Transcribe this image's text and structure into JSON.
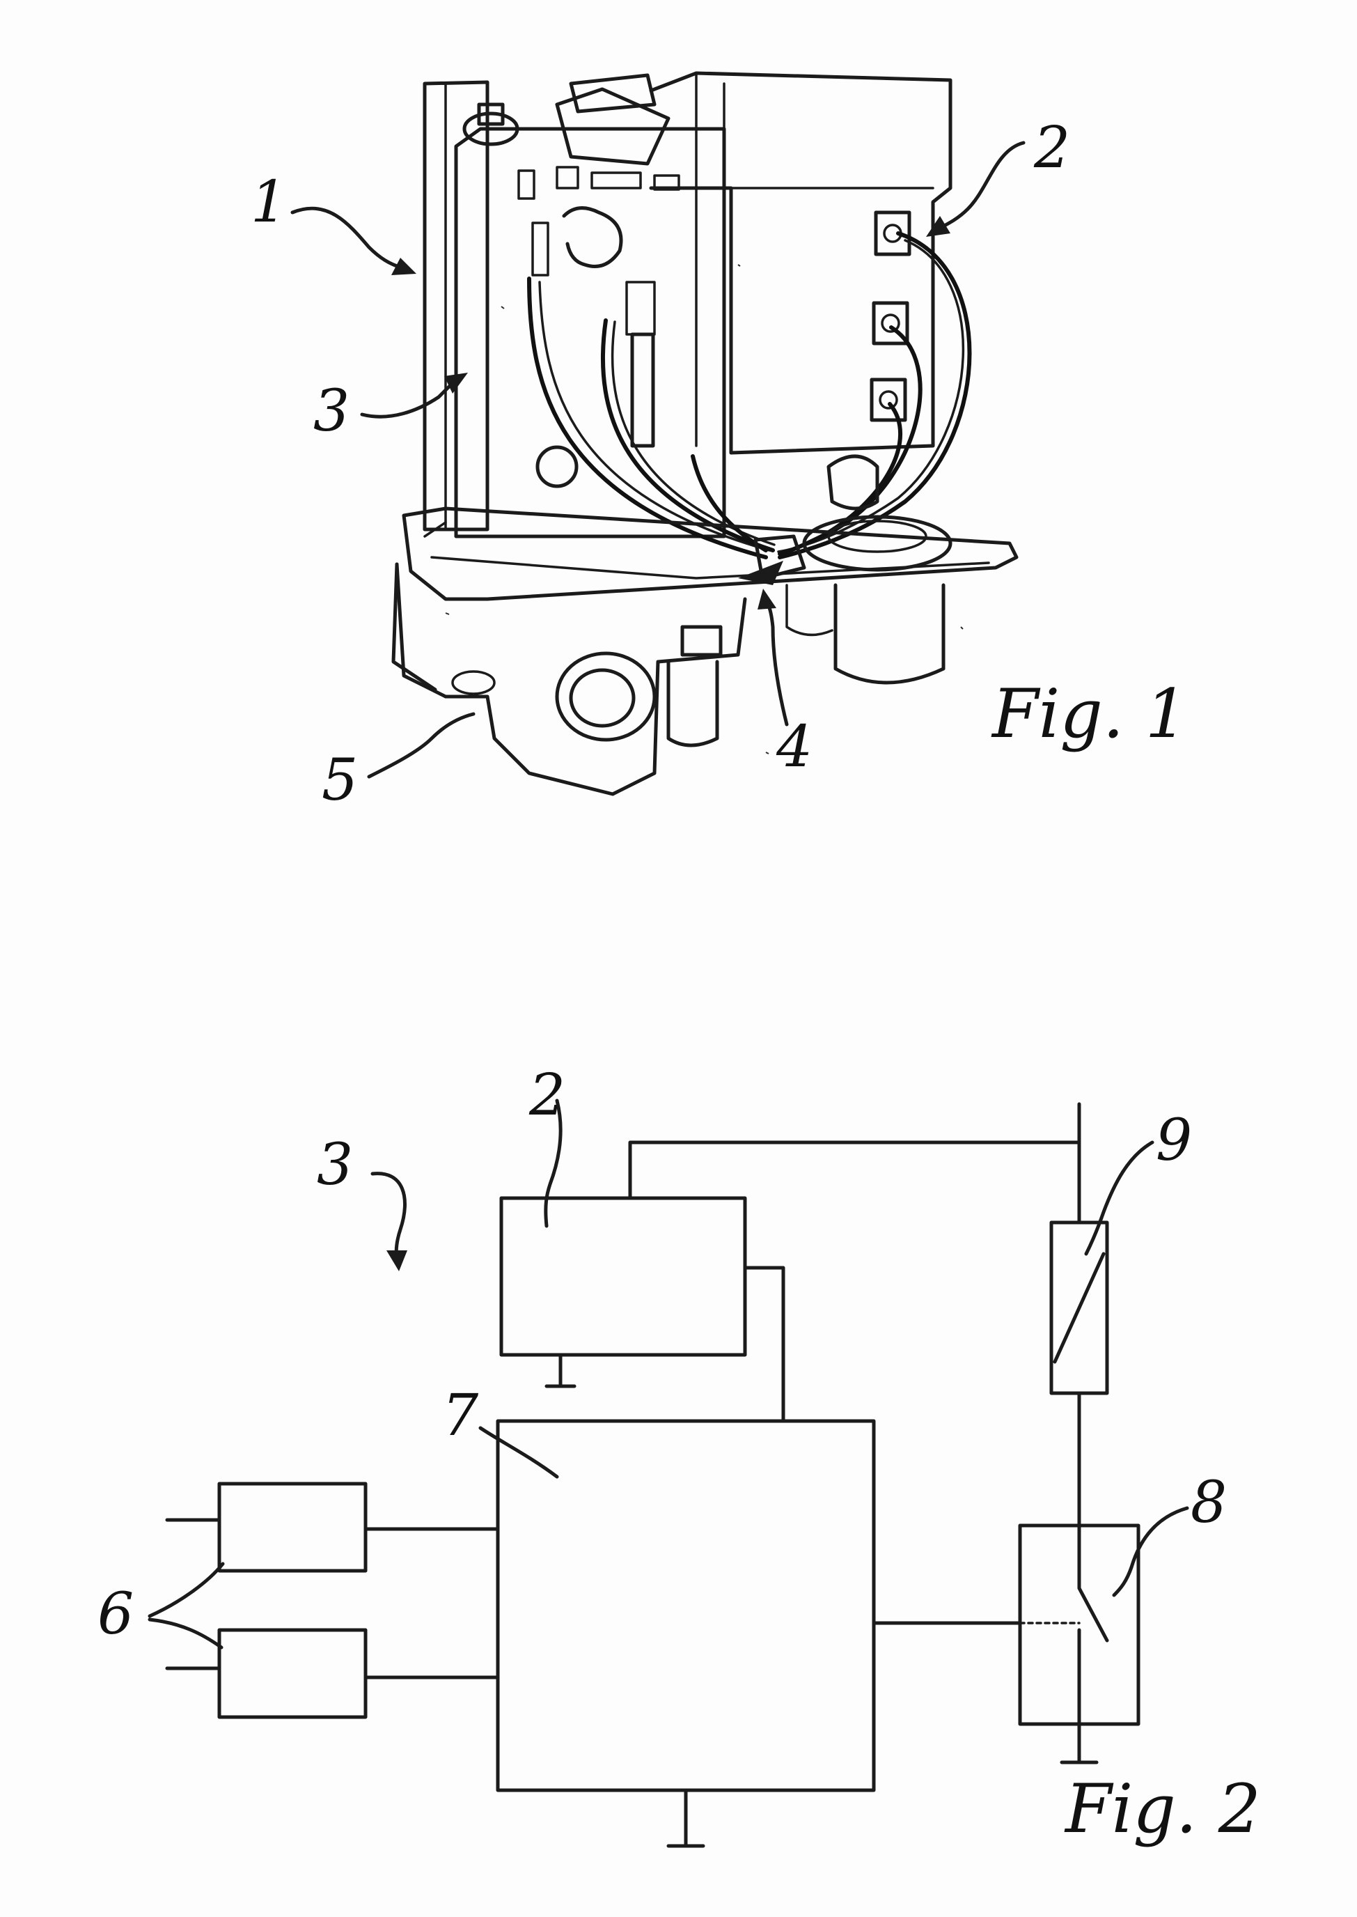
{
  "figure1": {
    "caption": "Fig. 1",
    "labels": [
      "1",
      "2",
      "3",
      "4",
      "5"
    ]
  },
  "figure2": {
    "caption": "Fig. 2",
    "labels": [
      "3",
      "2",
      "9",
      "7",
      "8",
      "6"
    ]
  }
}
